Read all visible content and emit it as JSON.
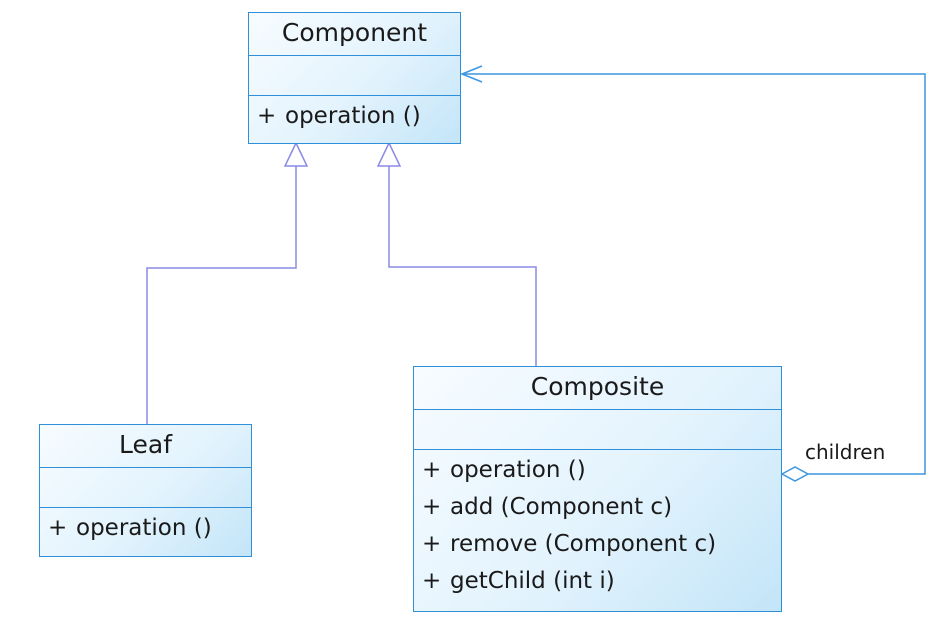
{
  "classes": {
    "component": {
      "name": "Component",
      "operations": [
        {
          "visibility": "+",
          "signature": "operation ()"
        }
      ]
    },
    "leaf": {
      "name": "Leaf",
      "operations": [
        {
          "visibility": "+",
          "signature": "operation ()"
        }
      ]
    },
    "composite": {
      "name": "Composite",
      "operations": [
        {
          "visibility": "+",
          "signature": "operation ()"
        },
        {
          "visibility": "+",
          "signature": "add (Component c)"
        },
        {
          "visibility": "+",
          "signature": "remove (Component c)"
        },
        {
          "visibility": "+",
          "signature": "getChild (int i)"
        }
      ]
    }
  },
  "relationships": {
    "aggregation_role": "children"
  },
  "colors": {
    "class_border": "#2f8fd8",
    "inheritance_line": "#8a8ae6",
    "aggregation_line": "#3d96e0"
  }
}
